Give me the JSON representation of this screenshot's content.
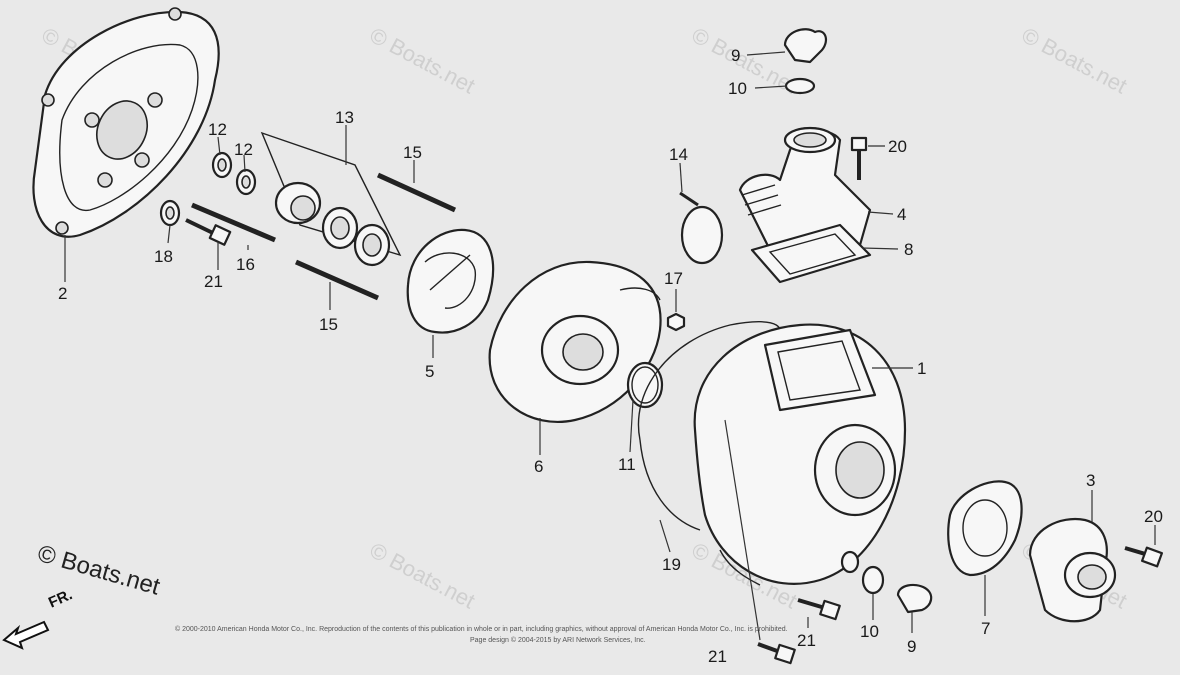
{
  "watermark_text": "© Boats.net",
  "copyright_text": "© Boats.net",
  "front_label": "FR.",
  "legal_line_1": "© 2000-2010 American Honda Motor Co., Inc. Reproduction of the contents of this publication in whole or in part, including graphics, without approval of American Honda Motor Co., Inc. is prohibited.",
  "legal_line_2": "Page design © 2004-2015 by ARI Network Services, Inc.",
  "labels": {
    "p1": "1",
    "p2": "2",
    "p3": "3",
    "p4": "4",
    "p5": "5",
    "p6": "6",
    "p7": "7",
    "p8": "8",
    "p9a": "9",
    "p9b": "9",
    "p10a": "10",
    "p10b": "10",
    "p11": "11",
    "p12a": "12",
    "p12b": "12",
    "p13": "13",
    "p14": "14",
    "p15a": "15",
    "p15b": "15",
    "p16": "16",
    "p17": "17",
    "p18": "18",
    "p19": "19",
    "p20a": "20",
    "p20b": "20",
    "p21a": "21",
    "p21b": "21",
    "p21c": "21"
  }
}
